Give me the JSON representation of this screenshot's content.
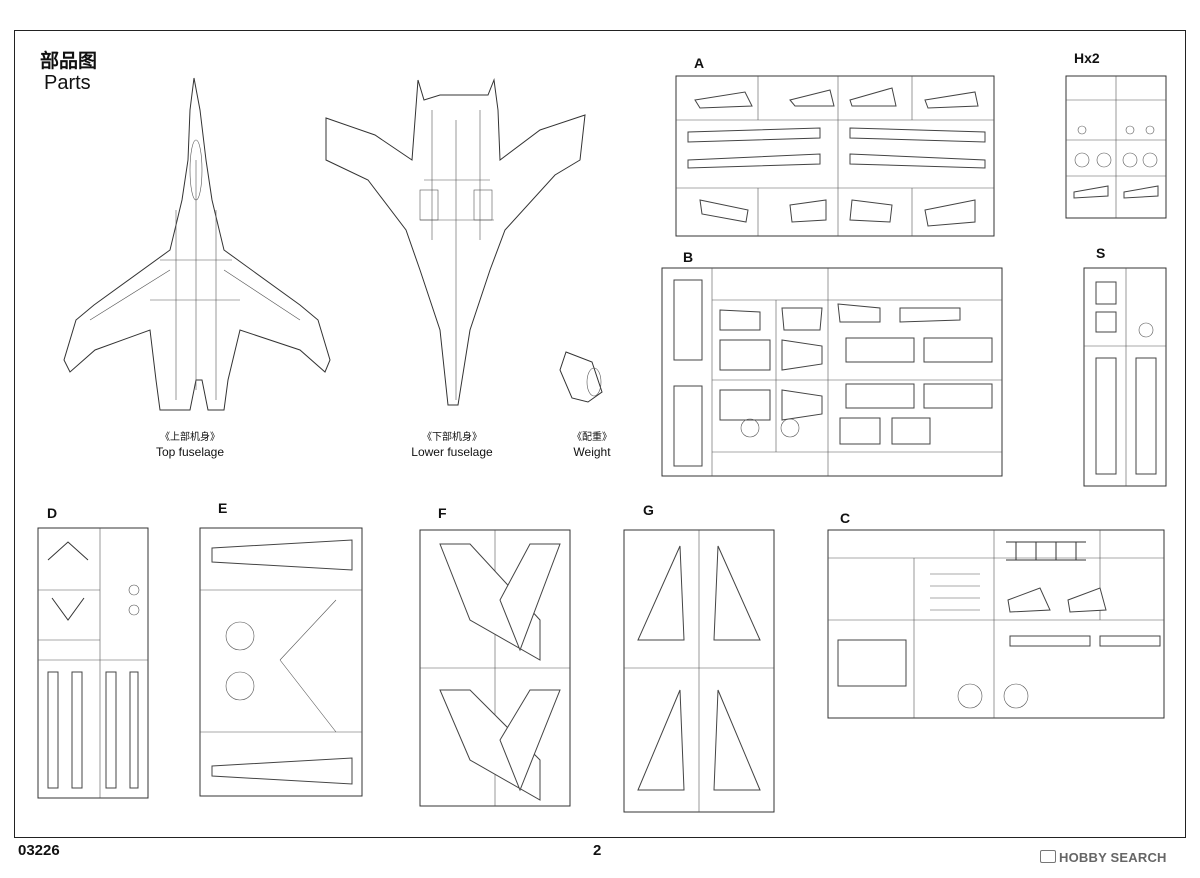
{
  "header": {
    "title_cn": "部品图",
    "title_en": "Parts"
  },
  "captions": [
    {
      "cn": "《上部机身》",
      "en": "Top fuselage"
    },
    {
      "cn": "《下部机身》",
      "en": "Lower fuselage"
    },
    {
      "cn": "《配重》",
      "en": "Weight"
    }
  ],
  "sprues": [
    "A",
    "Hx2",
    "B",
    "S",
    "D",
    "E",
    "F",
    "G",
    "C"
  ],
  "footer": {
    "code": "03226",
    "page": "2"
  },
  "watermark": "HOBBY SEARCH"
}
